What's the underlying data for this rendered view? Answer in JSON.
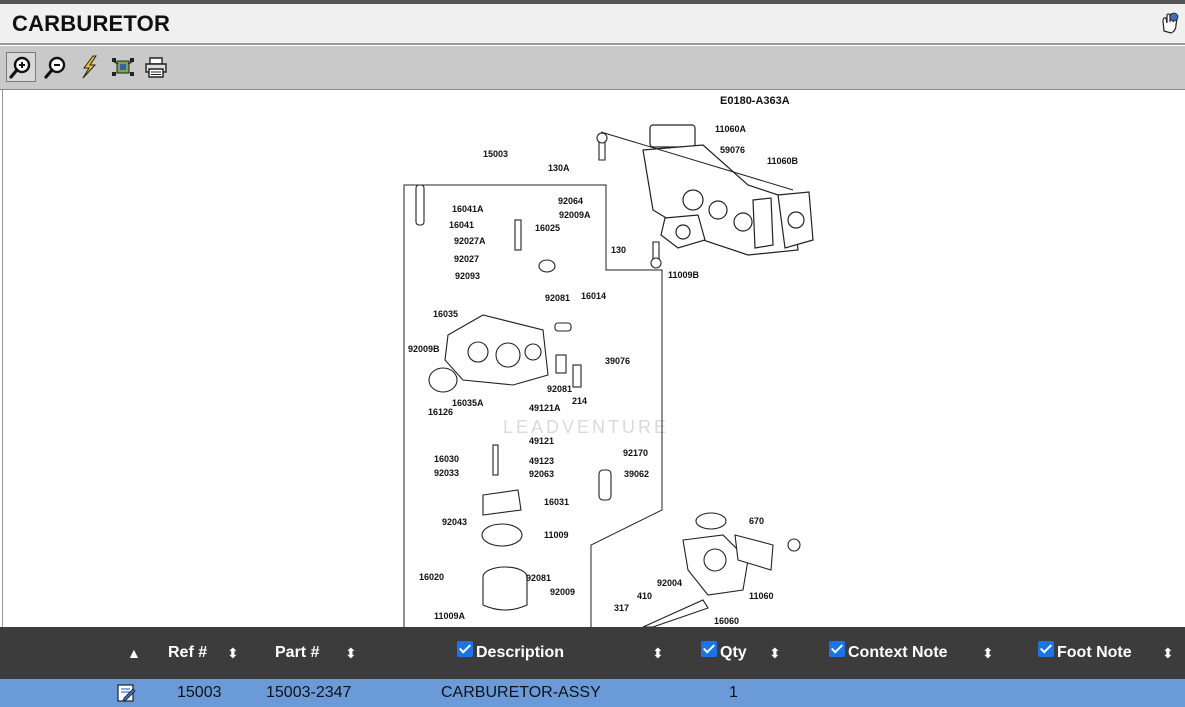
{
  "header": {
    "title": "CARBURETOR"
  },
  "toolbar": {
    "tools": [
      "zoom-in",
      "zoom-out",
      "highlight",
      "hotspots",
      "print"
    ]
  },
  "diagram": {
    "code": "E0180-A363A",
    "watermark": "LEADVENTURE",
    "labels": [
      "11060A",
      "59076",
      "11060B",
      "15003",
      "130A",
      "16041A",
      "92064",
      "92009A",
      "16041",
      "16025",
      "92027A",
      "130",
      "92027",
      "11009B",
      "92093",
      "92081",
      "16014",
      "16035",
      "39076",
      "92009B",
      "92081",
      "214",
      "16035A",
      "16126",
      "49121A",
      "49121",
      "92170",
      "16030",
      "49123",
      "92033",
      "92063",
      "39062",
      "16031",
      "92043",
      "11009",
      "670",
      "16020",
      "92081",
      "92009",
      "92004",
      "410",
      "11009A",
      "317",
      "16060",
      "11060"
    ]
  },
  "grid": {
    "columns": [
      {
        "key": "icon",
        "label": ""
      },
      {
        "key": "ref",
        "label": "Ref #"
      },
      {
        "key": "part",
        "label": "Part #"
      },
      {
        "key": "desc",
        "label": "Description",
        "checked": true
      },
      {
        "key": "qty",
        "label": "Qty",
        "checked": true
      },
      {
        "key": "context",
        "label": "Context Note",
        "checked": true
      },
      {
        "key": "foot",
        "label": "Foot Note",
        "checked": true
      }
    ],
    "rows": [
      {
        "ref": "15003",
        "part": "15003-2347",
        "desc": "CARBURETOR-ASSY",
        "qty": "1",
        "context": "",
        "foot": ""
      }
    ]
  },
  "colors": {
    "header_bg": "#3c3c3c",
    "row_selected": "#6a9bd8",
    "checkbox": "#1a73e8"
  }
}
